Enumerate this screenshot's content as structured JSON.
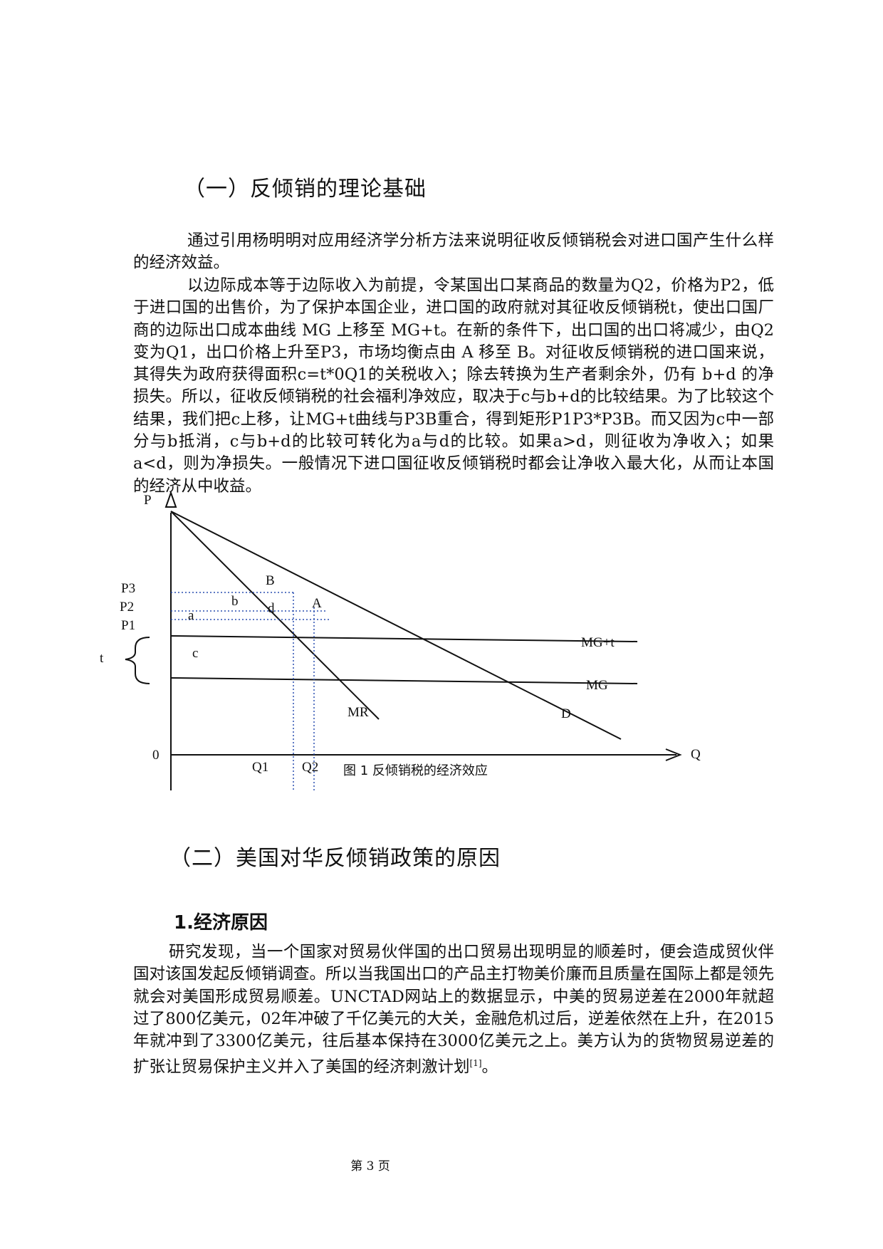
{
  "section1": {
    "heading": "（一）反倾销的理论基础",
    "para1": "通过引用杨明明对应用经济学分析方法来说明征收反倾销税会对进口国产生什么样的经济效益。",
    "para2": "以边际成本等于边际收入为前提，令某国出口某商品的数量为Q2，价格为P2，低于进口国的出售价，为了保护本国企业，进口国的政府就对其征收反倾销税t，使出口国厂商的边际出口成本曲线 MG 上移至 MG+t。在新的条件下，出口国的出口将减少，由Q2变为Q1，出口价格上升至P3，市场均衡点由 A 移至 B。对征收反倾销税的进口国来说，其得失为政府获得面积c=t*0Q1的关税收入；除去转换为生产者剩余外，仍有 b+d 的净损失。所以，征收反倾销税的社会福利净效应，取决于c与b+d的比较结果。为了比较这个结果，我们把c上移，让MG+t曲线与P3B重合，得到矩形P1P3*P3B。而又因为c中一部分与b抵消，c与b+d的比较可转化为a与d的比较。如果a>d，则征收为净收入；如果a<d，则为净损失。一般情况下进口国征收反倾销税时都会让净收入最大化，从而让本国的经济从中收益。"
  },
  "figure": {
    "axis_y": "P",
    "axis_x": "Q",
    "origin": "0",
    "price_labels": [
      "P3",
      "P2",
      "P1"
    ],
    "qty_labels": [
      "Q1",
      "Q2"
    ],
    "point_labels": [
      "B",
      "A"
    ],
    "area_labels": [
      "a",
      "b",
      "d",
      "c"
    ],
    "tax_label": "t",
    "curve_labels": [
      "MG+t",
      "MG",
      "MR",
      "D"
    ],
    "caption": "图 1 反倾销税的经济效应"
  },
  "section2": {
    "heading": "（二）美国对华反倾销政策的原因",
    "subheading": "1.经济原因",
    "para": "研究发现，当一个国家对贸易伙伴国的出口贸易出现明显的顺差时，便会造成贸伙伴国对该国发起反倾销调查。所以当我国出口的产品主打物美价廉而且质量在国际上都是领先就会对美国形成贸易顺差。UNCTAD网站上的数据显示，中美的贸易逆差在2000年就超过了800亿美元，02年冲破了千亿美元的大关，金融危机过后，逆差依然在上升，在2015年就冲到了3300亿美元，往后基本保持在3000亿美元之上。美方认为的货物贸易逆差的扩张让贸易保护主义并入了美国的经济刺激计划",
    "citation": "[1]",
    "para_end": "。"
  },
  "footer": "第 3 页"
}
